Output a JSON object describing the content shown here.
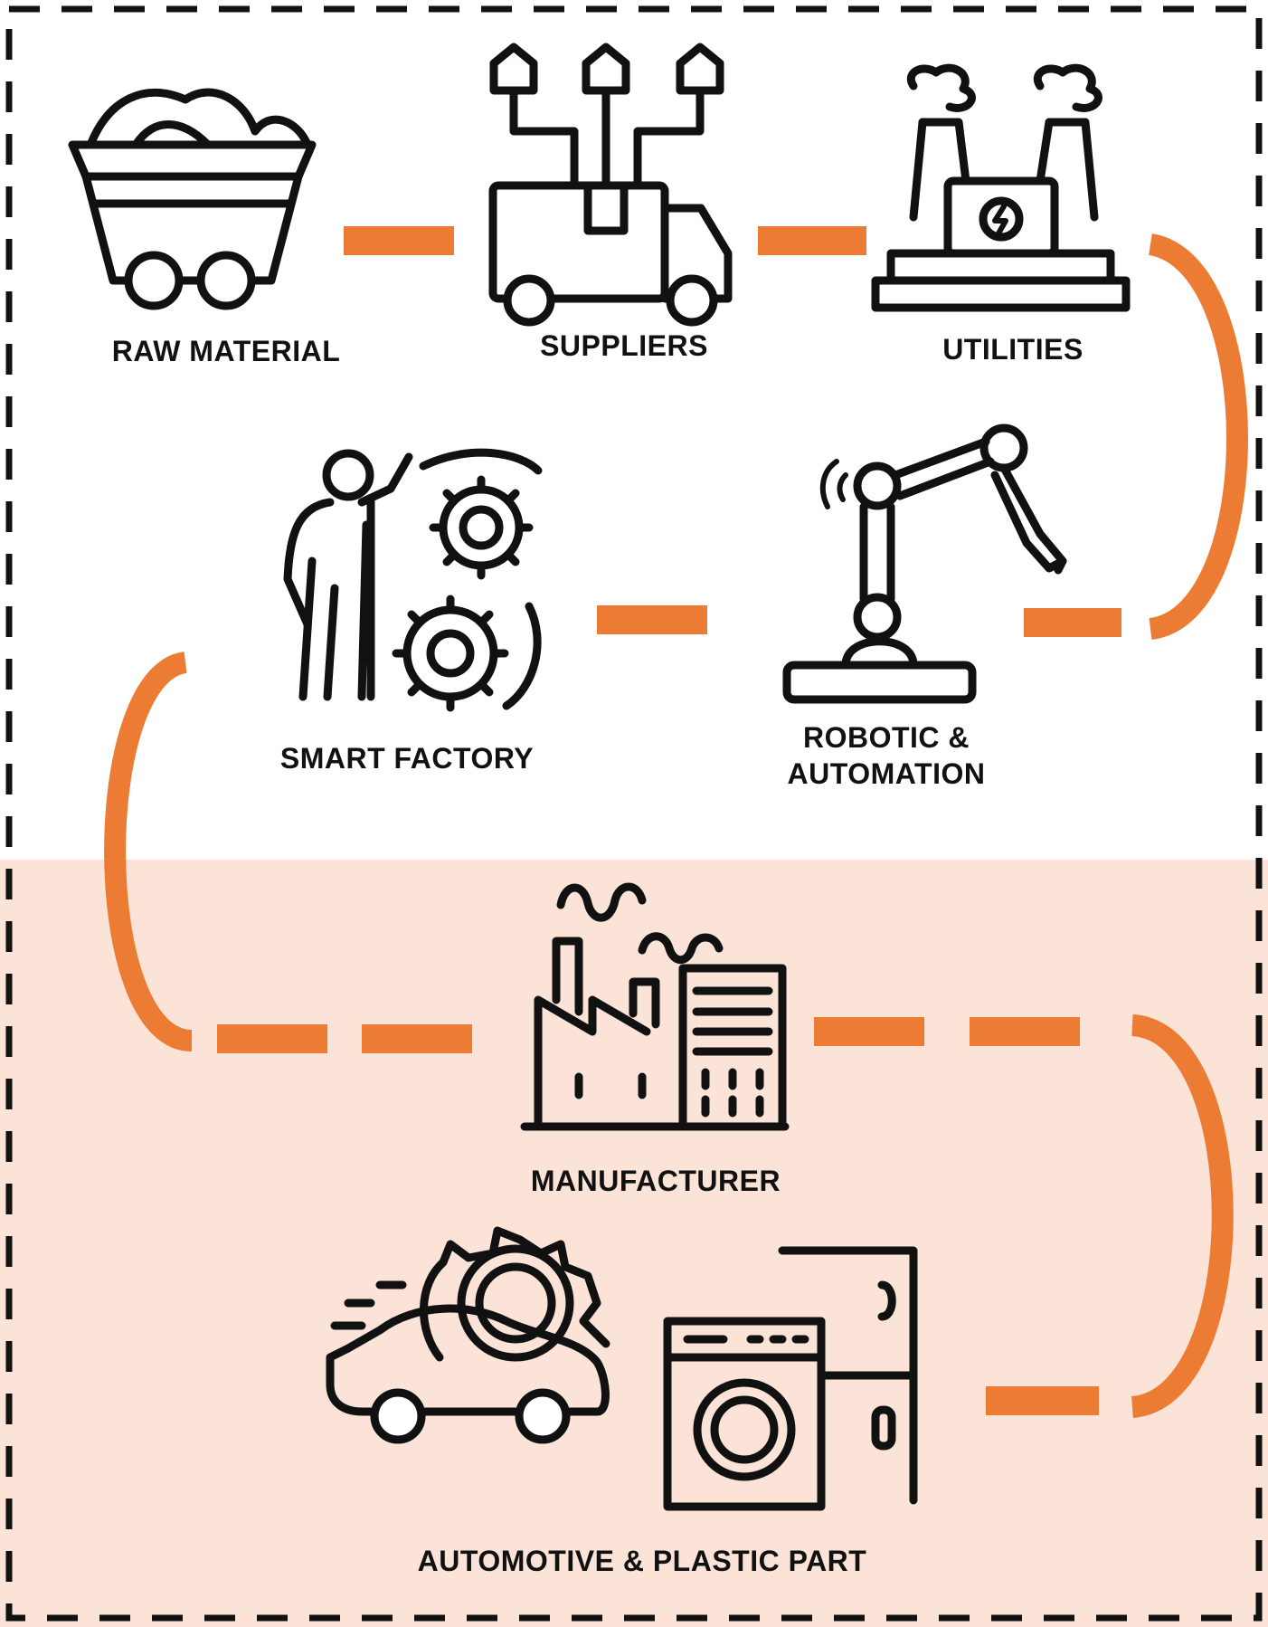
{
  "colors": {
    "background": "#ffffff",
    "band": "#fbe4d7",
    "connector": "#ec7c33",
    "ink": "#111111"
  },
  "stages": [
    {
      "id": "raw-material",
      "label": "RAW MATERIAL",
      "icon": "mine-cart-icon"
    },
    {
      "id": "suppliers",
      "label": "SUPPLIERS",
      "icon": "delivery-truck-icon"
    },
    {
      "id": "utilities",
      "label": "UTILITIES",
      "icon": "power-plant-icon"
    },
    {
      "id": "robotic-automation",
      "label_line1": "ROBOTIC &",
      "label_line2": "AUTOMATION",
      "icon": "robot-arm-icon"
    },
    {
      "id": "smart-factory",
      "label": "SMART FACTORY",
      "icon": "worker-gears-icon"
    },
    {
      "id": "manufacturer",
      "label": "MANUFACTURER",
      "icon": "factory-icon"
    },
    {
      "id": "automotive-plastic",
      "label": "AUTOMOTIVE & PLASTIC PART",
      "icon": "car-appliances-icon"
    }
  ]
}
